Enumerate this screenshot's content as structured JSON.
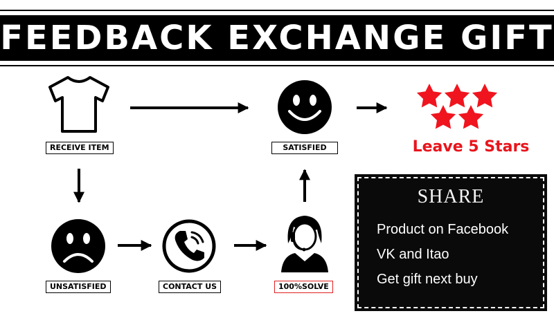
{
  "banner": {
    "title": "FEEDBACK EXCHANGE GIFT"
  },
  "steps": {
    "receive": "RECEIVE ITEM",
    "satisfied": "SATISFIED",
    "unsatisfied": "UNSATISFIED",
    "contact": "CONTACT US",
    "solve": "100%SOLVE"
  },
  "reward": {
    "text": "Leave 5 Stars",
    "stars": 5
  },
  "share": {
    "title": "SHARE",
    "lines": [
      "Product on Facebook",
      "VK and Itao",
      "Get gift next buy"
    ]
  },
  "colors": {
    "accent": "#e8141c",
    "ink": "#000000",
    "background": "#ffffff"
  },
  "icons": [
    "tshirt-icon",
    "happy-face-icon",
    "sad-face-icon",
    "phone-icon",
    "support-agent-icon",
    "star-icon"
  ]
}
